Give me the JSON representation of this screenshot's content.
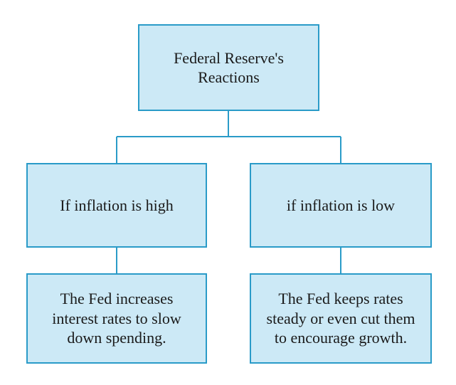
{
  "diagram": {
    "root": {
      "label": "Federal Reserve's\nReactions"
    },
    "branches": [
      {
        "condition": "If inflation is high",
        "action": "The Fed increases\ninterest rates to slow\ndown spending."
      },
      {
        "condition": "if inflation is low",
        "action": "The Fed keeps rates\nsteady or even cut them\nto encourage growth."
      }
    ]
  },
  "colors": {
    "box_fill": "#cce9f6",
    "box_border": "#2a9bc8",
    "connector": "#2a9bc8",
    "text": "#1a1a1a"
  }
}
